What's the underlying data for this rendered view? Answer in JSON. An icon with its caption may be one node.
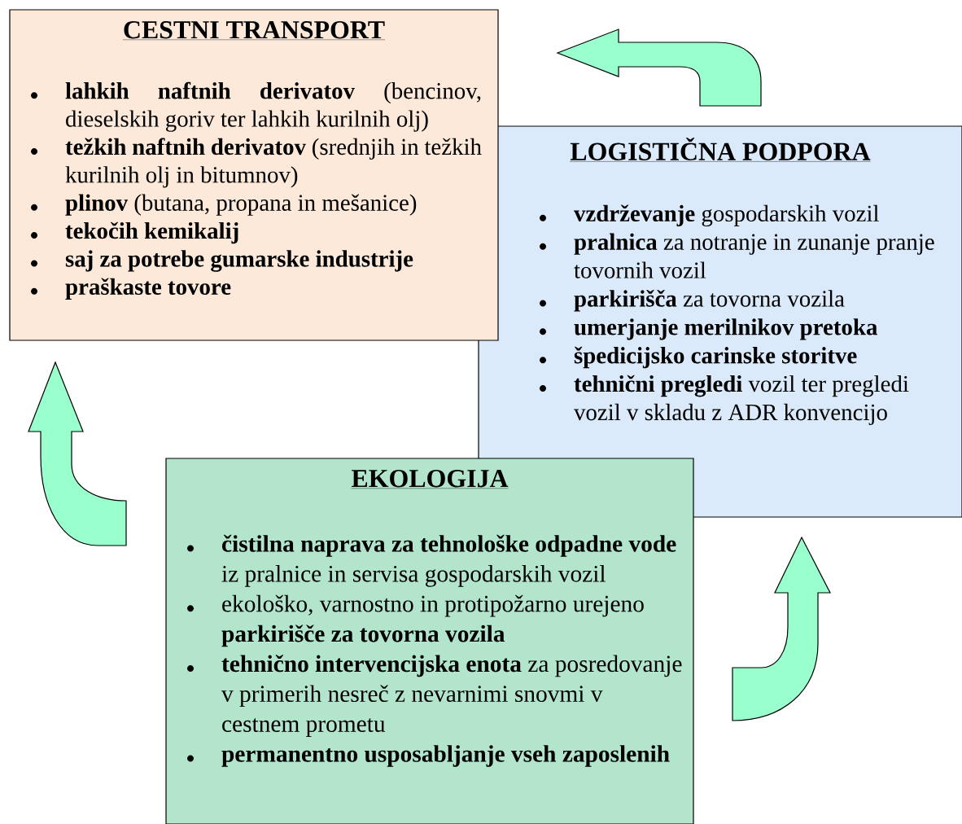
{
  "diagram": {
    "nodes": [
      {
        "text": [
          "CESTNI TRANSPORT",
          "**lahkih naftnih derivatov** (bencinov, dieselskih goriv ter lahkih kurilnih olj)",
          "**težkih naftnih derivatov** (srednjih in težkih kurilnih olj in bitumnov)",
          "**plinov** (butana, propana in mešanice)",
          "**tekočih kemikalij**",
          "**saj za potrebe gumarske industrije**",
          "**praškaste tovore**"
        ]
      },
      {
        "text": [
          "LOGISTIČNA PODPORA",
          "**vzdrževanje** gospodarskih vozil",
          "**pralnica** za notranje in zunanje pranje tovornih vozil",
          "**parkirišča** za tovorna vozila",
          "**umerjanje merilnikov pretoka**",
          "**špedicijsko carinske storitve**",
          "**tehnični pregledi** vozil ter pregledi vozil v skladu z ADR konvencijo"
        ]
      },
      {
        "text": [
          "EKOLOGIJA",
          "**čistilna naprava za tehnološke odpadne vode** iz pralnice in servisa gospodarskih vozil",
          "ekološko, varnostno in protipožarno urejeno **parkirišče za tovorna vozila**",
          "**tehnično intervencijska enota** za posredovanje v primerih nesreč z nevarnimi snovmi v cestnem prometu",
          "**permanentno usposabljanje vseh zaposlenih**"
        ]
      }
    ],
    "edges": [
      {
        "from": 1,
        "to": 0,
        "arrow": "to"
      },
      {
        "from": 2,
        "to": 0,
        "arrow": "to"
      },
      {
        "from": 2,
        "to": 1,
        "arrow": "to"
      }
    ]
  }
}
